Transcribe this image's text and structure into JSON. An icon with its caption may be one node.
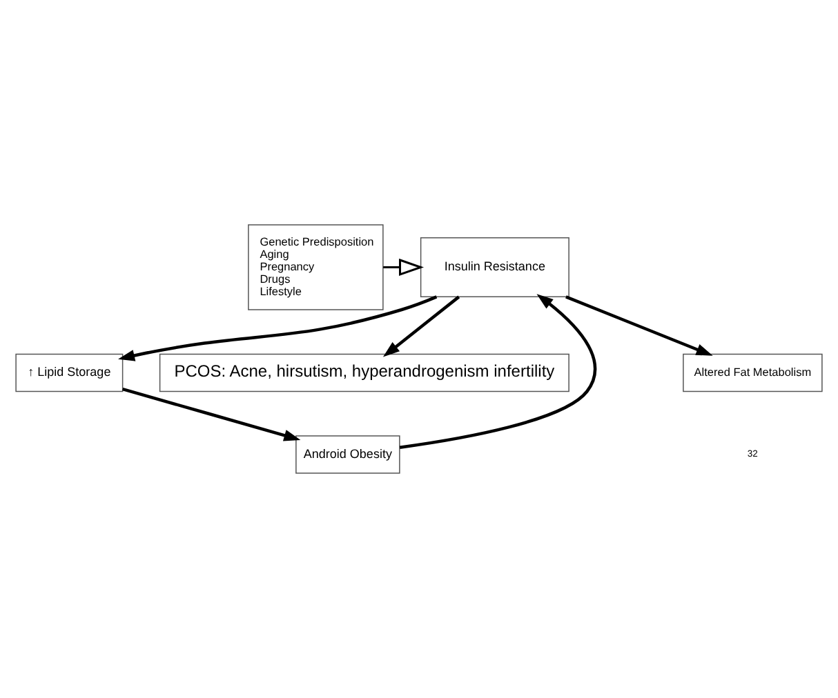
{
  "diagram": {
    "nodes": [
      {
        "text": [
          "Genetic Predisposition",
          "Aging",
          "Pregnancy",
          "Drugs",
          "Lifestyle"
        ]
      },
      {
        "text": [
          "Insulin Resistance"
        ]
      },
      {
        "text": [
          "Android Obesity"
        ]
      },
      {
        "text": [
          "↑ Lipid Storage"
        ]
      },
      {
        "text": [
          "PCOS: Acne, hirsutism, hyperandrogenism infertility"
        ]
      },
      {
        "text": [
          "Altered Fat Metabolism"
        ]
      }
    ],
    "edges": [
      {
        "from": 0,
        "to": 1,
        "arrow": "to"
      },
      {
        "from": 2,
        "to": 1,
        "arrow": "to"
      },
      {
        "from": 1,
        "to": 3,
        "arrow": "to"
      },
      {
        "from": 3,
        "to": 2,
        "arrow": "to"
      },
      {
        "from": 1,
        "to": 4,
        "arrow": "to"
      },
      {
        "from": 1,
        "to": 5,
        "arrow": "to"
      }
    ],
    "labels": [
      "32"
    ]
  }
}
